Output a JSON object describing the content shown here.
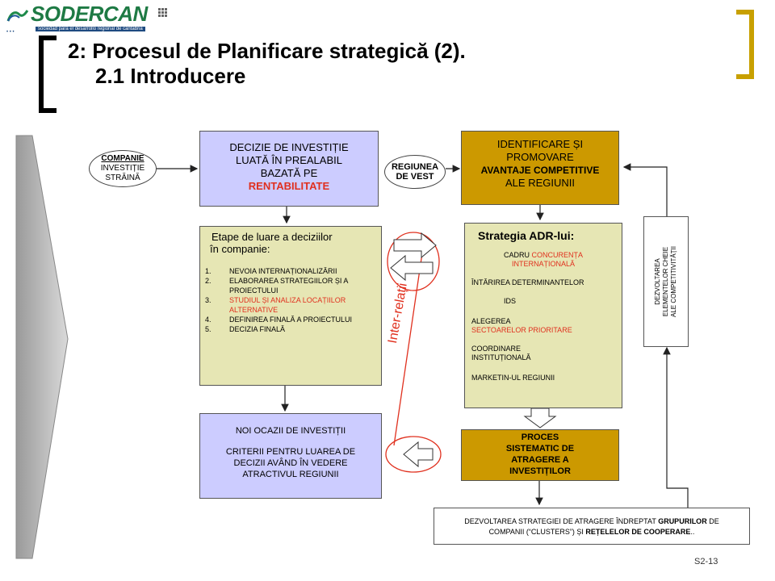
{
  "logo": {
    "name": "SODERCAN",
    "tagline": "sociedad para el desarrollo regional de cantabria"
  },
  "title": {
    "line1": "2: Procesul de Planificare strategică (2).",
    "line2": "2.1 Introducere"
  },
  "company_ellipse": {
    "line1": "COMPANIE",
    "line2": "INVESTIȚIE",
    "line3": "STRĂINĂ"
  },
  "region_ellipse": {
    "line1": "REGIUNEA",
    "line2": "DE VEST"
  },
  "decision_box": {
    "line1": "DECIZIE DE INVESTIȚIE",
    "line2": "LUATĂ ÎN PREALABIL",
    "line3": "BAZATĂ PE",
    "line4": "RENTABILITATE"
  },
  "identify_box": {
    "line1": "IDENTIFICARE ȘI",
    "line2": "PROMOVARE",
    "line3": "AVANTAJE COMPETITIVE",
    "line4": "ALE REGIUNII"
  },
  "stages_box": {
    "heading1": "Etape de luare a deciziilor",
    "heading2": "în companie:",
    "items": [
      {
        "num": "1.",
        "text": "NEVOIA INTERNAȚIONALIZĂRII"
      },
      {
        "num": "2.",
        "text": "ELABORAREA STRATEGIILOR ȘI A PROIECTULUI"
      },
      {
        "num": "3.",
        "text": "STUDIUL ȘI ANALIZA LOCAȚIILOR ALTERNATIVE"
      },
      {
        "num": "4.",
        "text": "DEFINIREA FINALĂ A PROIECTULUI"
      },
      {
        "num": "5.",
        "text": "DECIZIA FINALĂ"
      }
    ]
  },
  "strategy_box": {
    "heading": "Strategia ADR-lui:",
    "l1a": "CADRU ",
    "l1b": "CONCURENȚA",
    "l1c": "INTERNAȚIONALĂ",
    "l2": "ÎNTĂRIREA DETERMINANTELOR",
    "l3": "IDS",
    "l4a": "ALEGEREA",
    "l4b": "SECTOARELOR PRIORITARE",
    "l5a": "COORDINARE",
    "l5b": "INSTITUȚIONALĂ",
    "l6": "MARKETIN-UL REGIUNII"
  },
  "vertical_box": {
    "line1": "DEZVOLTAREA",
    "line2": "ELEMENTELOR CHEIE",
    "line3": "ALE COMPETITIVITĂȚII"
  },
  "inter_label": "Inter-relații",
  "opportunities_box": {
    "line1": "NOI OCAZII DE INVESTIȚII",
    "line2": "CRITERII  PENTRU LUAREA DE",
    "line3": "DECIZII AVÂND ÎN VEDERE",
    "line4": "ATRACTIVUL  REGIUNII"
  },
  "process_box": {
    "line1": "PROCES",
    "line2": "SISTEMATIC DE",
    "line3": "ATRAGERE  A",
    "line4": "INVESTIȚILOR"
  },
  "bottom_box": {
    "p1": "DEZVOLTAREA STRATEGIEI DE ATRAGERE ÎNDREPTAT ",
    "p2": "GRUPURILOR",
    "p3": " DE",
    "p4": "COMPANII (“CLUSTERS”) ȘI ",
    "p5": "REȚELELOR DE COOPERARE",
    "p6": ".."
  },
  "slide_number": "S2-13",
  "colors": {
    "blue_box": "#ccccff",
    "khaki_box": "#e6e6b4",
    "gold": "#cc9900",
    "red": "#e0301e",
    "bracket": "#c8a000"
  }
}
